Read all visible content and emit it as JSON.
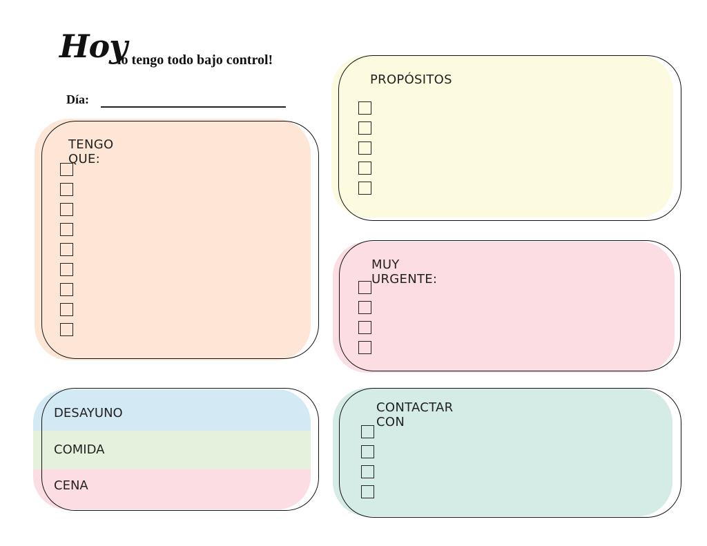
{
  "header": {
    "title_script": "Hoy",
    "title_rest": "lo tengo todo bajo control!",
    "day_label": "Día:"
  },
  "colors": {
    "peach": "#fde6d6",
    "yellow": "#fcfbdf",
    "pink": "#fbdde3",
    "teal": "#d5ebe6",
    "blue": "#d3eaf5",
    "green": "#e5f1dd"
  },
  "sections": {
    "tengo_que": {
      "title": "TENGO QUE:",
      "checkbox_count": 9
    },
    "propositos": {
      "title": "PROPÓSITOS",
      "checkbox_count": 5
    },
    "muy_urgente": {
      "title": "MUY URGENTE:",
      "checkbox_count": 4
    },
    "contactar_con": {
      "title": "CONTACTAR CON",
      "checkbox_count": 4
    }
  },
  "meals": {
    "items": [
      "DESAYUNO",
      "COMIDA",
      "CENA"
    ]
  }
}
